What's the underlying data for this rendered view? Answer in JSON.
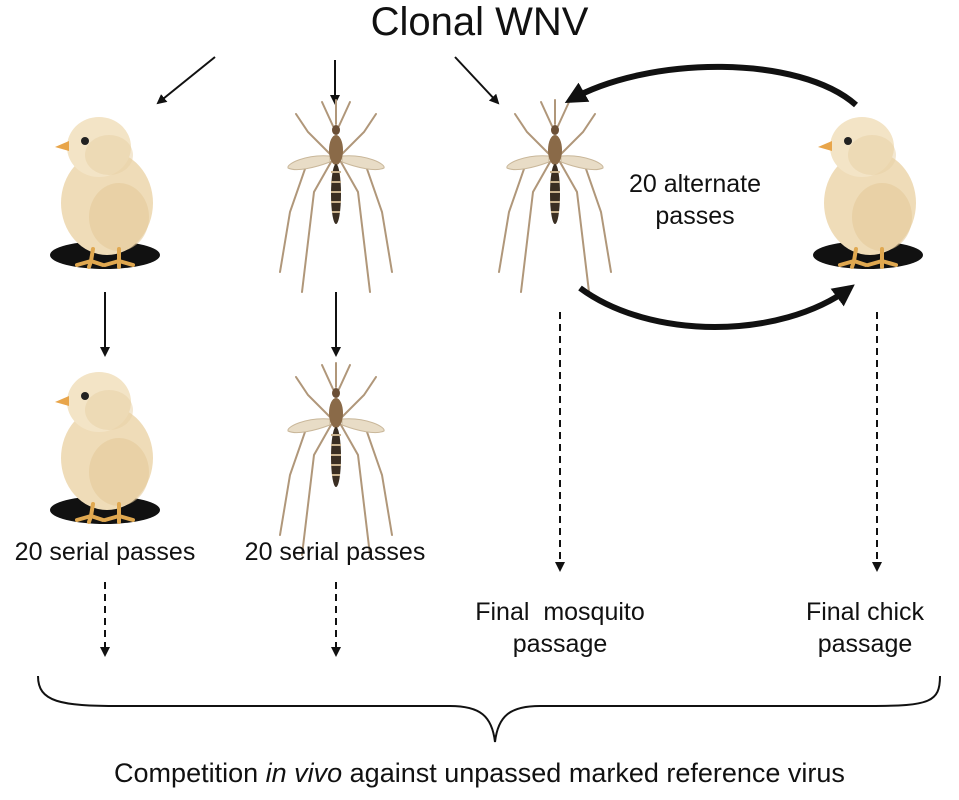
{
  "title": "Clonal WNV",
  "labels": {
    "alternate_line1": "20 alternate",
    "alternate_line2": "passes",
    "chick_serial": "20 serial passes",
    "mosquito_serial": "20 serial passes",
    "final_mosquito_line1": "Final  mosquito",
    "final_mosquito_line2": "passage",
    "final_chick_line1": "Final chick",
    "final_chick_line2": "passage"
  },
  "bottom": {
    "part1": "Competition ",
    "part2": "in vivo",
    "part3": " against unpassed marked reference virus"
  },
  "colors": {
    "ink": "#111111",
    "chick_body": "#efdcb8",
    "chick_shade": "#cfa978",
    "chick_beak": "#e8a54a",
    "chick_feet": "#e0a850",
    "mosquito_body": "#8a6a48",
    "mosquito_wing": "#e8dcc6",
    "mosquito_leg": "#b0977a"
  },
  "icons": [
    "chick-icon",
    "mosquito-icon",
    "arrow-icon",
    "dashed-arrow-icon",
    "curved-arrow-icon",
    "brace-icon"
  ]
}
